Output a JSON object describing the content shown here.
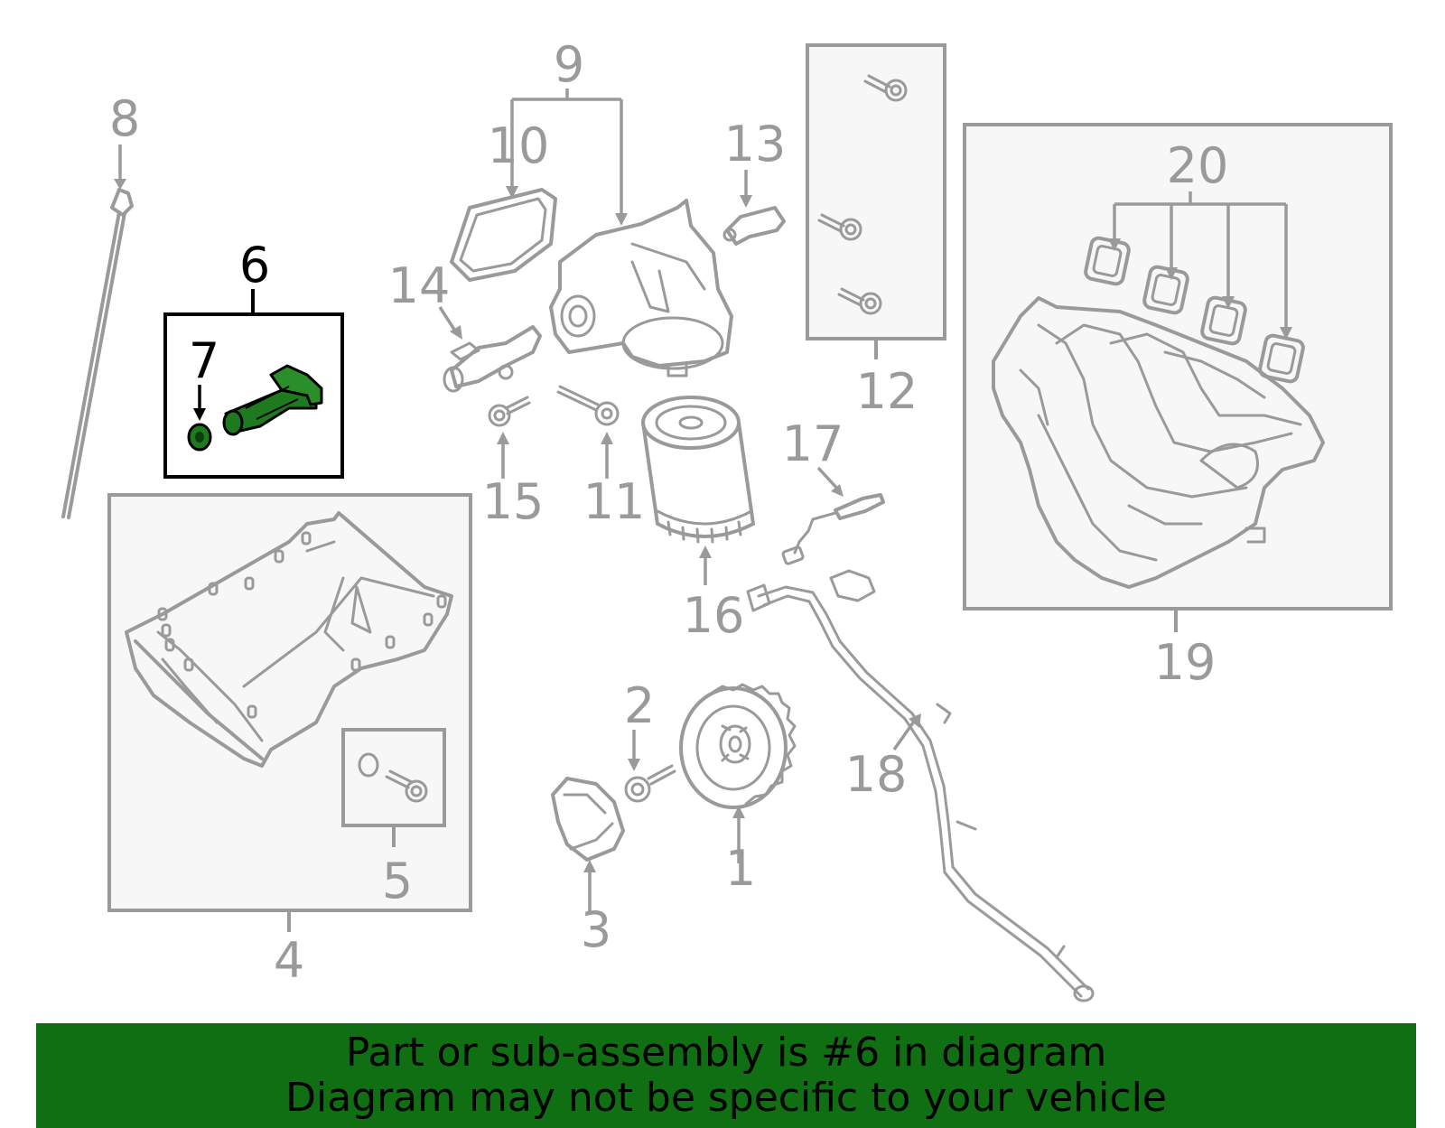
{
  "colors": {
    "line": "#9a9a9a",
    "highlight": "#1f7a1f",
    "banner": "#0f6f12",
    "box_fill": "#f7f7f7"
  },
  "callouts": {
    "c1": "1",
    "c2": "2",
    "c3": "3",
    "c4": "4",
    "c5": "5",
    "c6": "6",
    "c7": "7",
    "c8": "8",
    "c9": "9",
    "c10": "10",
    "c11": "11",
    "c12": "12",
    "c13": "13",
    "c14": "14",
    "c15": "15",
    "c16": "16",
    "c17": "17",
    "c18": "18",
    "c19": "19",
    "c20": "20"
  },
  "banner": {
    "line1": "Part or sub-assembly is #6 in diagram",
    "line2": "Diagram may not be specific to your vehicle"
  }
}
